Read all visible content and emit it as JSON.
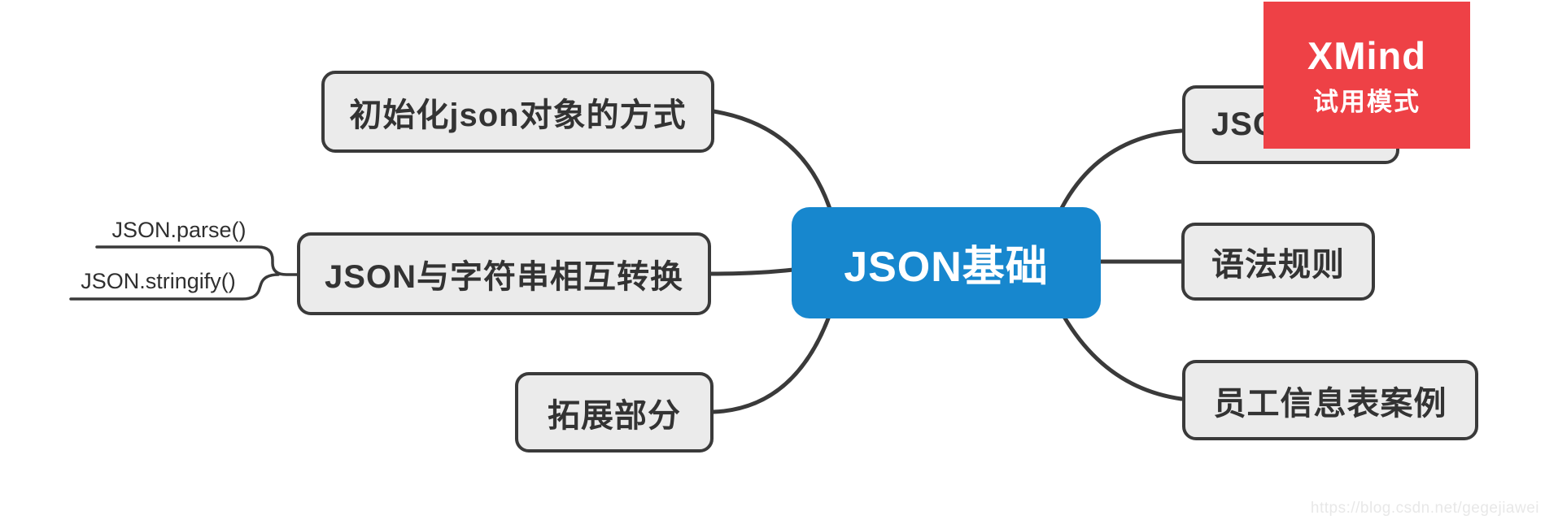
{
  "colors": {
    "background": "#FFFFFF",
    "root_fill": "#1787CE",
    "root_text": "#FFFFFF",
    "branch_fill": "#EBEBEB",
    "branch_border": "#3A3A3A",
    "connector": "#3A3A3A",
    "trial_badge": "#EE4146",
    "url_watermark": "#E8E8E8"
  },
  "mindmap": {
    "root": {
      "label": "JSON基础"
    },
    "branches": {
      "top_left": {
        "label": "初始化json对象的方式"
      },
      "middle_left": {
        "label": "JSON与字符串相互转换",
        "children": [
          {
            "label": "JSON.parse()"
          },
          {
            "label": "JSON.stringify()"
          }
        ]
      },
      "bottom_left": {
        "label": "拓展部分"
      },
      "top_right": {
        "label": "JSO"
      },
      "middle_right": {
        "label": "语法规则"
      },
      "bottom_right": {
        "label": "员工信息表案例"
      }
    }
  },
  "trial_badge": {
    "brand": "XMind",
    "mode_label": "试用模式"
  },
  "watermark": {
    "url_text": "https://blog.csdn.net/gegejiawei"
  }
}
